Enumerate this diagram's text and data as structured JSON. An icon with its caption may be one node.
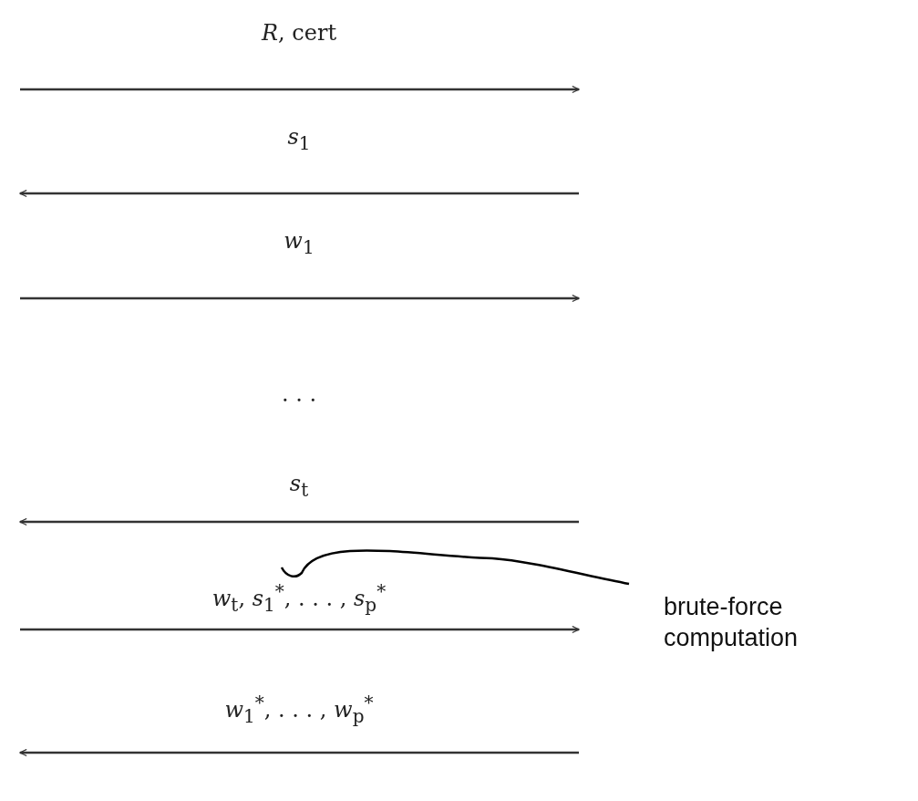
{
  "diagram": {
    "nodes": [
      {
        "text": [
          "brute-force computation"
        ]
      },
      {
        "text": [
          "*w*$_{t}$,  *s*$_{1}$$^{*}$, . . . , *s*$_{p}$$^{*}$"
        ]
      }
    ],
    "edges": [
      {
        "from": 0,
        "to": 1,
        "arrow": "none"
      }
    ],
    "labels": [
      "*R*, cert",
      "*s*$_{1}$",
      "*w*$_{1}$",
      ". . .",
      "*s*$_{t}$",
      "*w*$_{1}$$^{*}$, . . . , *w*$_{p}$$^{*}$"
    ]
  }
}
